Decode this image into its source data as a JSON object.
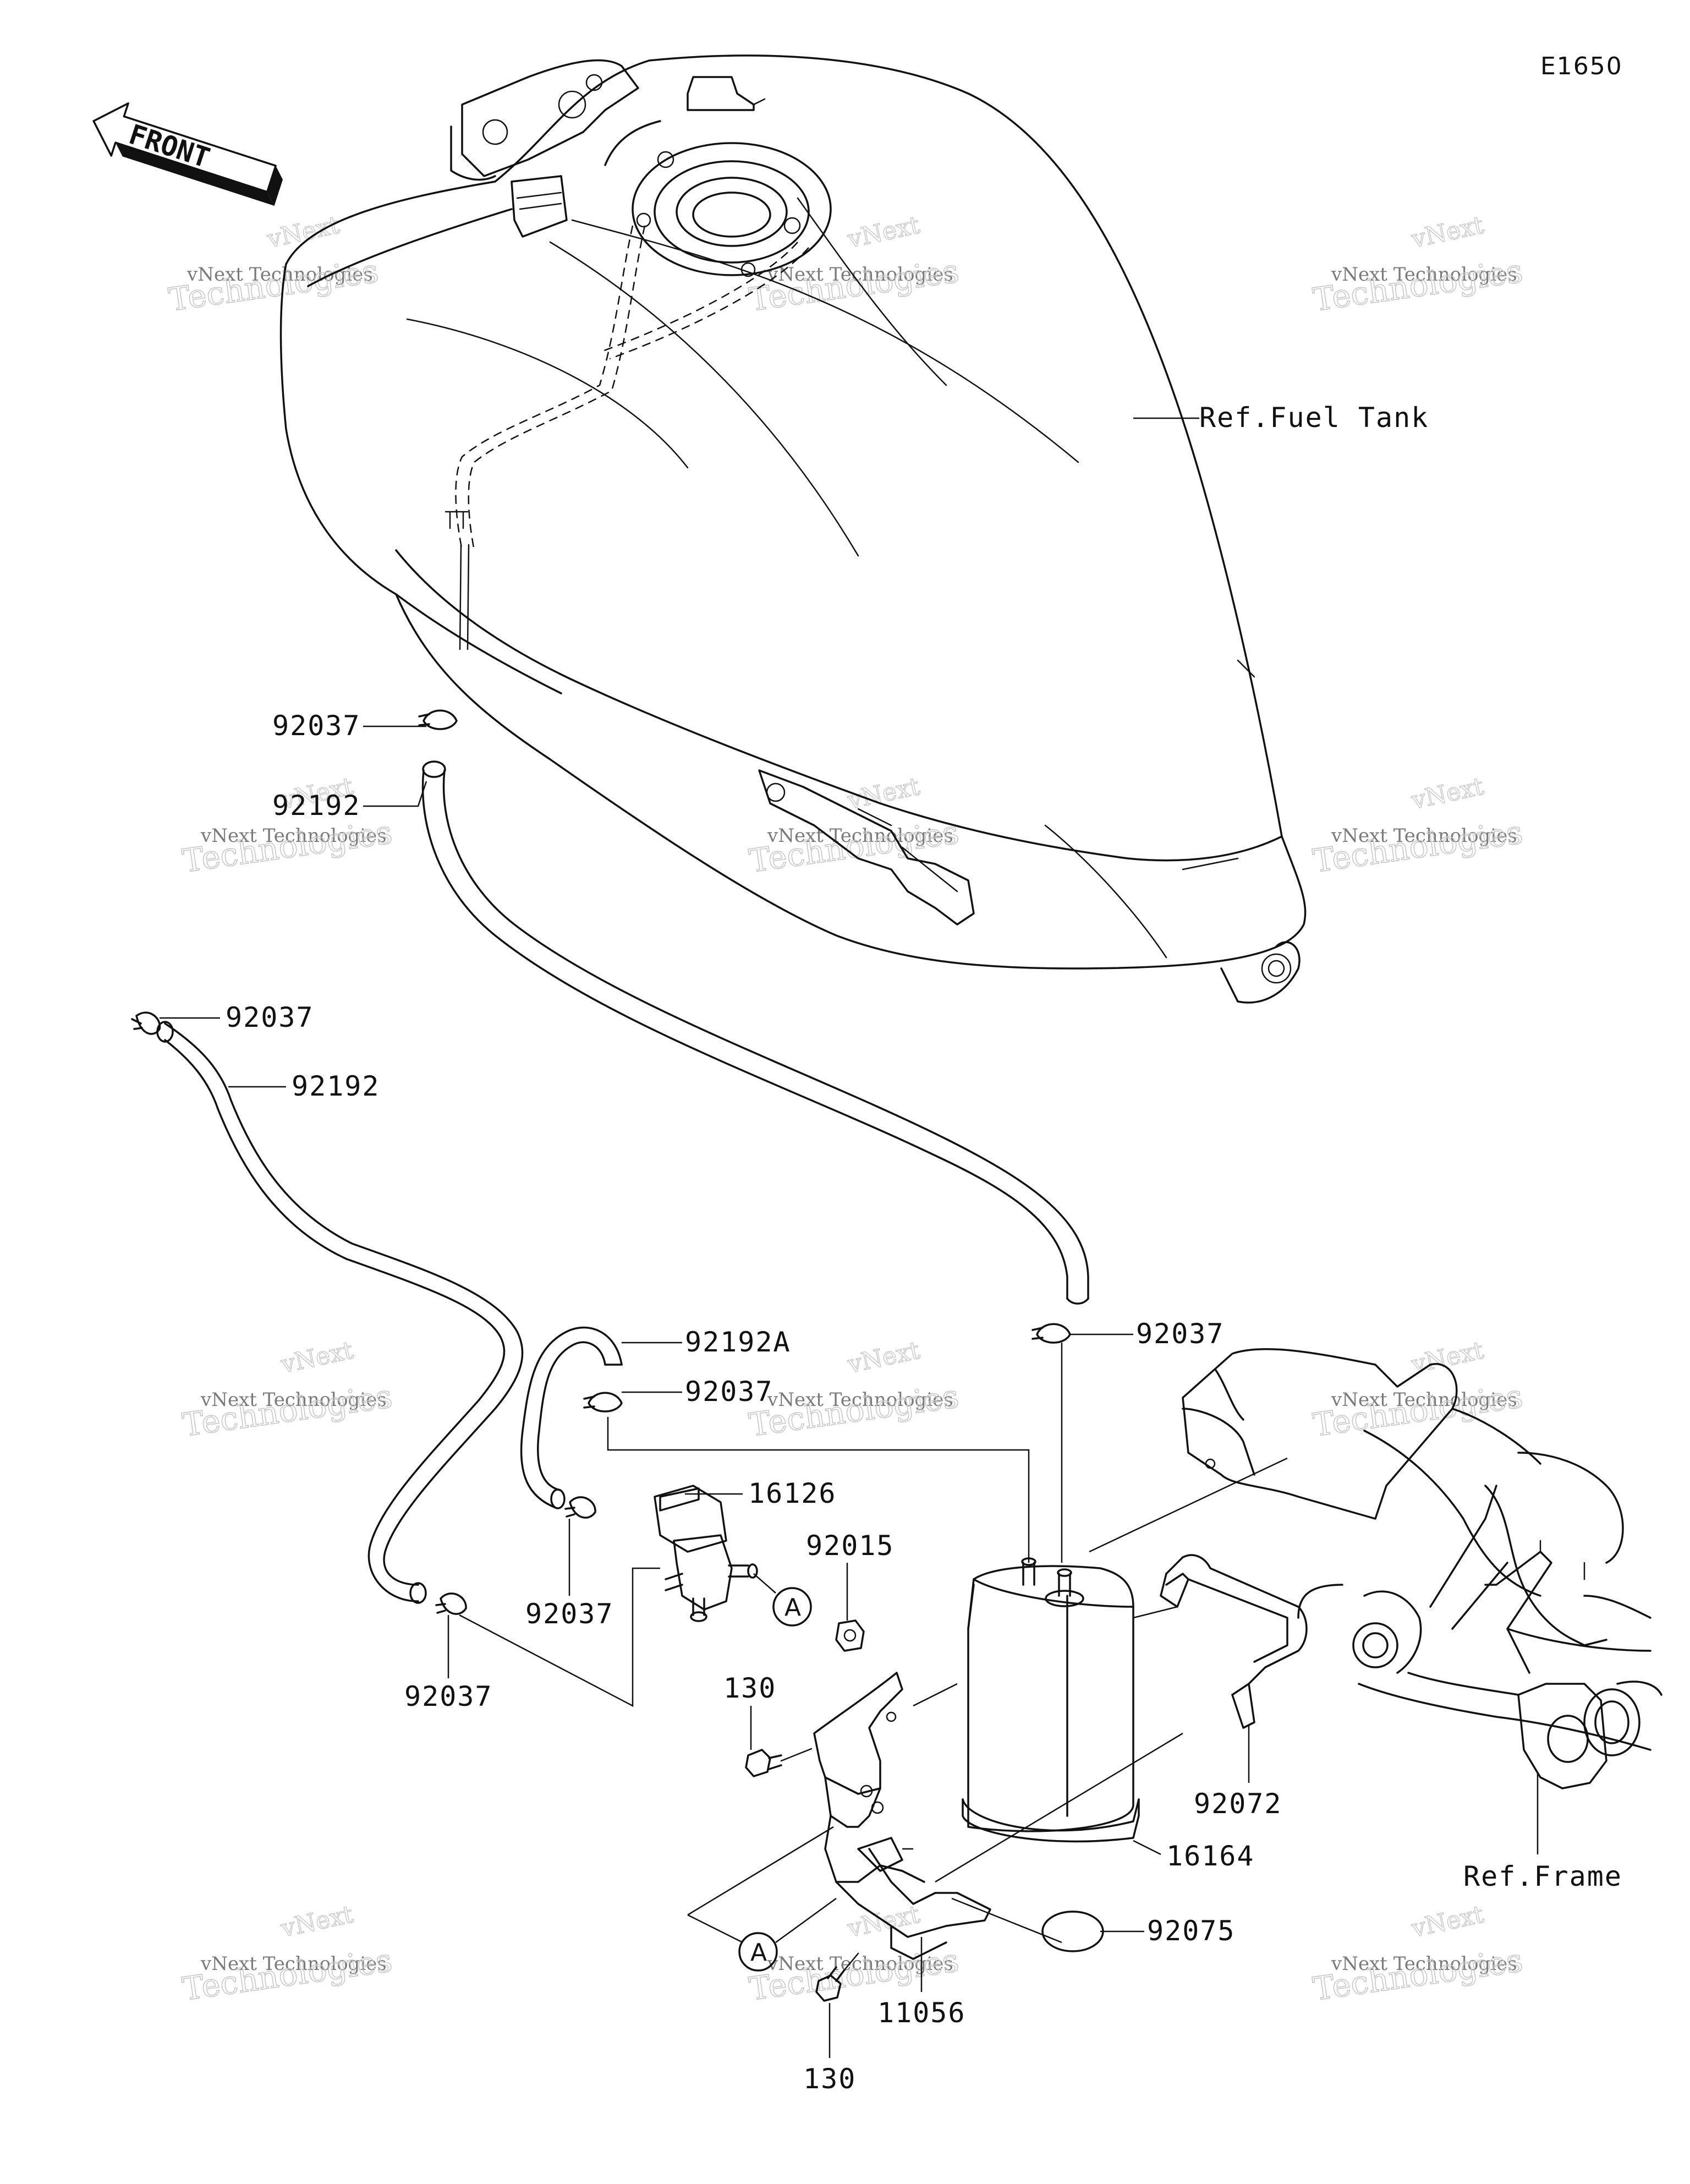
{
  "diagram": {
    "code": "E1650",
    "front_label": "FRONT",
    "references": {
      "fuel_tank": "Ref.Fuel Tank",
      "frame": "Ref.Frame"
    },
    "connector_marker": "A",
    "watermark": {
      "line1": "vNext Technologies",
      "line2": "Technologies",
      "line3": "vNext"
    },
    "callouts": {
      "clamp_tank_outlet": "92037",
      "hose_tank_to_canister": "92192",
      "clamp_hose_top": "92037",
      "hose_long": "92192",
      "hose_short": "92192A",
      "clamp_short_hose": "92037",
      "solenoid_valve": "16126",
      "nut": "92015",
      "clamp_valve_left": "92037",
      "clamp_hose_bottom": "92037",
      "clamp_canister_top": "92037",
      "bolt_upper": "130",
      "band": "92072",
      "canister": "16164",
      "bracket": "11056",
      "grommet": "92075",
      "bolt_lower": "130"
    }
  },
  "colors": {
    "line": "#111111",
    "background": "#ffffff",
    "watermark": "#c8c8c8"
  }
}
